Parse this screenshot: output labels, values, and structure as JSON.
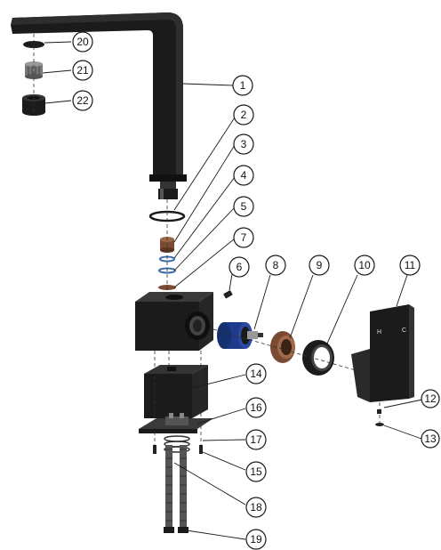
{
  "callouts": [
    {
      "id": "1",
      "label": "1"
    },
    {
      "id": "2",
      "label": "2"
    },
    {
      "id": "3",
      "label": "3"
    },
    {
      "id": "4",
      "label": "4"
    },
    {
      "id": "5",
      "label": "5"
    },
    {
      "id": "6",
      "label": "6"
    },
    {
      "id": "7",
      "label": "7"
    },
    {
      "id": "8",
      "label": "8"
    },
    {
      "id": "9",
      "label": "9"
    },
    {
      "id": "10",
      "label": "10"
    },
    {
      "id": "11",
      "label": "11"
    },
    {
      "id": "12",
      "label": "12"
    },
    {
      "id": "13",
      "label": "13"
    },
    {
      "id": "14",
      "label": "14"
    },
    {
      "id": "15",
      "label": "15"
    },
    {
      "id": "16",
      "label": "16"
    },
    {
      "id": "17",
      "label": "17"
    },
    {
      "id": "18",
      "label": "18"
    },
    {
      "id": "19",
      "label": "19"
    },
    {
      "id": "20",
      "label": "20"
    },
    {
      "id": "21",
      "label": "21"
    },
    {
      "id": "22",
      "label": "22"
    }
  ],
  "handle_marks": {
    "hot": "H",
    "cold": "C"
  },
  "colors": {
    "part_black": "#1b1b1b",
    "part_dark": "#2a2a2a",
    "cartridge_blue": "#1e3a8a",
    "brass_brown": "#7a4a32",
    "oring_blue": "#3b6ea5",
    "line": "#1a1a1a"
  }
}
